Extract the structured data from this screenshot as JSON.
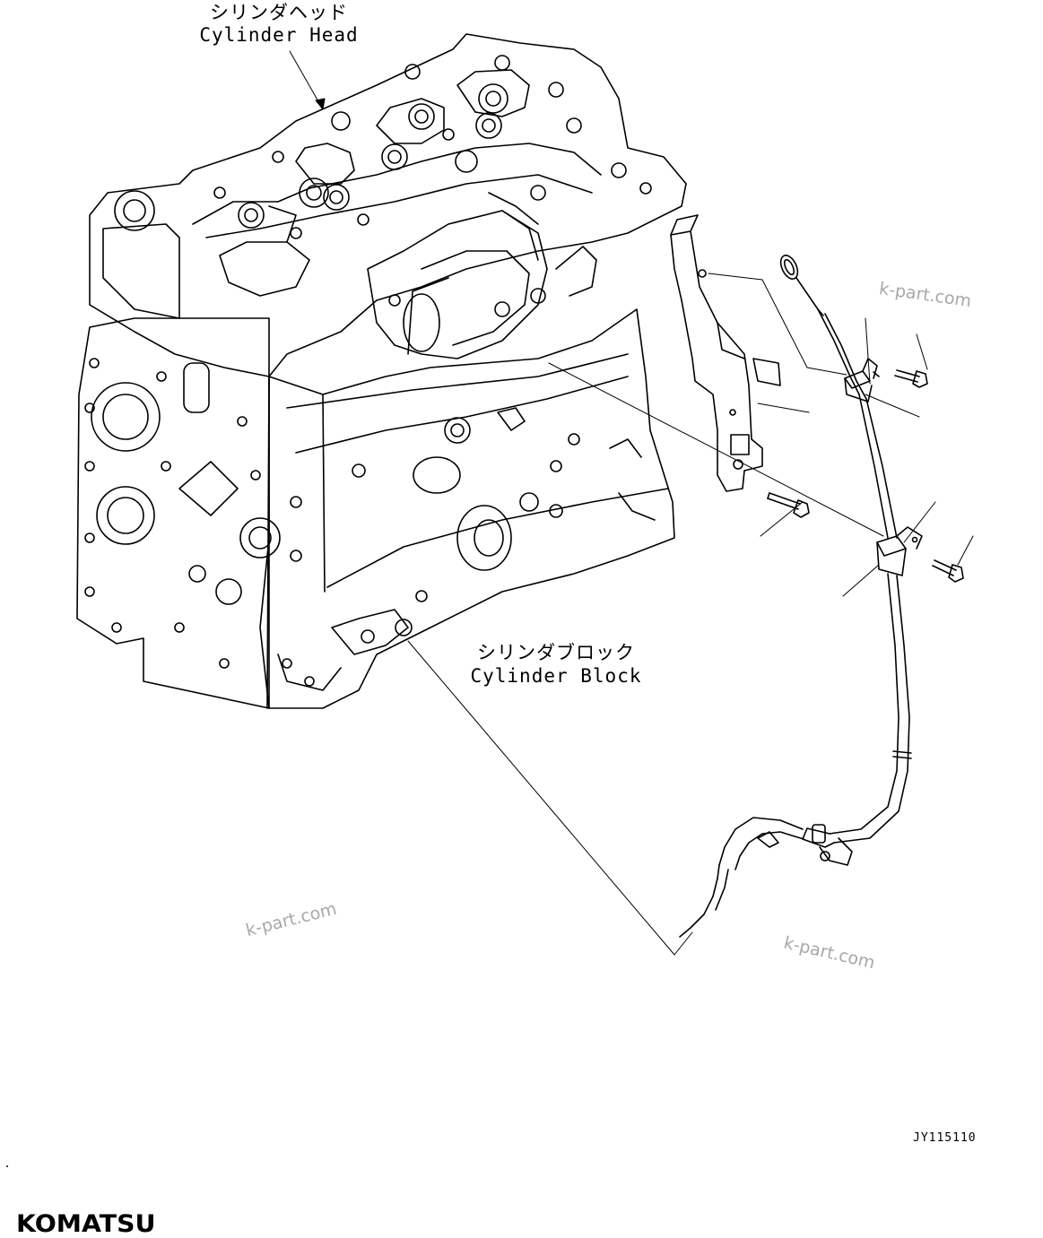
{
  "labels": {
    "cylinder_head_jp": "シリンダヘッド",
    "cylinder_head_en": "Cylinder Head",
    "cylinder_block_jp": "シリンダブロック",
    "cylinder_block_en": "Cylinder Block"
  },
  "watermarks": [
    "k-part.com",
    "k-part.com",
    "k-part.com"
  ],
  "drawing_code": "JY115110",
  "brand": "KOMATSU"
}
